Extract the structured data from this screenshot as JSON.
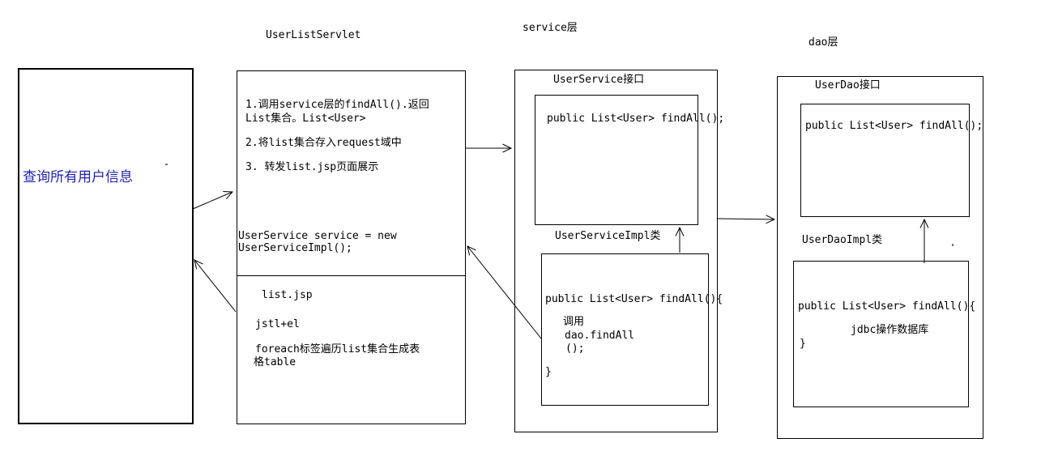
{
  "diagram": {
    "headers": {
      "servlet": "UserListServlet",
      "service": "service层",
      "dao": "dao层"
    },
    "browser": {
      "label": "查询所有用户信息",
      "label_color": "#2222b2"
    },
    "servlet": {
      "steps": [
        "1.调用service层的findAll().返回",
        "List集合。List<User>",
        "2.将list集合存入request域中",
        "3. 转发list.jsp页面展示"
      ],
      "code": [
        "UserService service = new",
        "UserServiceImpl();"
      ],
      "jsp": {
        "name": "list.jsp",
        "tech": "jstl+el",
        "desc_lines": [
          "foreach标签遍历list集合生成表",
          "格table"
        ]
      }
    },
    "service": {
      "interface_title": "UserService接口",
      "interface_method": "public List<User> findAll();",
      "impl_title": "UserServiceImpl类",
      "impl_code": [
        "public List<User> findAll(){",
        "调用",
        "dao.findAll",
        "();",
        "}"
      ]
    },
    "dao": {
      "interface_title": "UserDao接口",
      "interface_method": "public List<User> findAll();",
      "impl_title": "UserDaoImpl类",
      "impl_code": [
        "public List<User> findAll(){",
        "jdbc操作数据库",
        "}"
      ]
    },
    "connections": [
      {
        "from": "browser",
        "to": "servlet"
      },
      {
        "from": "servlet-jsp",
        "to": "browser"
      },
      {
        "from": "servlet",
        "to": "service-layer"
      },
      {
        "from": "service-impl",
        "to": "servlet"
      },
      {
        "from": "service-layer",
        "to": "dao-layer"
      },
      {
        "from": "service-impl",
        "to": "service-interface"
      },
      {
        "from": "dao-impl",
        "to": "dao-interface"
      }
    ],
    "colors": {
      "background": "#ffffff",
      "line": "#000000",
      "highlight_text": "#2222b2"
    }
  }
}
